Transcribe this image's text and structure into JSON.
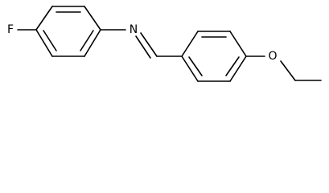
{
  "molecule": {
    "atoms": {
      "fluorine": "F",
      "nitrogen": "N",
      "oxygen": "O"
    }
  }
}
